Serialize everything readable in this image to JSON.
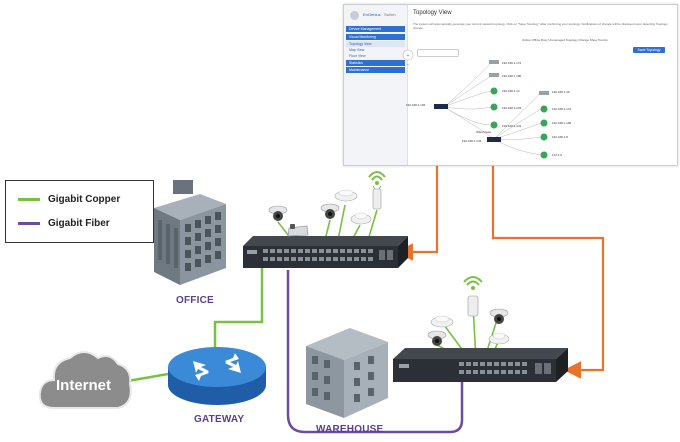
{
  "legend": {
    "items": [
      {
        "label": "Gigabit Copper",
        "color": "#7ac143"
      },
      {
        "label": "Gigabit Fiber",
        "color": "#6a4ca0"
      }
    ]
  },
  "sites": {
    "office": "OFFICE",
    "gateway": "GATEWAY",
    "warehouse": "WAREHOUSE",
    "internet": "Internet"
  },
  "colors": {
    "copper": "#7ac143",
    "fiber": "#6a4ca0",
    "arrow": "#e8732a",
    "switch": "#2b2f36",
    "gateway": "#2e78c8",
    "cloud": "#8c8c8c",
    "building": "#7e8a96"
  },
  "screenshot": {
    "brand": "EnGenius",
    "brand2": "Switch",
    "title": "Topology View",
    "description": "The system will automatically generate your current network topology. Click on \"Save Topology\" after confirming your topology. Notifications of change will be displayed upon detecting Topology change.",
    "legend_text": "Online  Offline  Busy  Unmanaged  Topology Change  Show Tool-tip",
    "save_button": "Save Topology",
    "menu": [
      {
        "label": "Device Management",
        "style": "blue"
      },
      {
        "label": "Visual Monitoring",
        "style": "blue"
      },
      {
        "label": "Topology View",
        "style": "active"
      },
      {
        "label": "Map View",
        "style": "sub"
      },
      {
        "label": "Floor View",
        "style": "sub"
      },
      {
        "label": "Statistics",
        "style": "blue"
      },
      {
        "label": "Maintenance",
        "style": "blue"
      }
    ],
    "nodes": {
      "root": "192.168.1.102",
      "sw2": "192.168.1.143",
      "sw2_name": "Warehouse",
      "aps_left": [
        "192.168.1.172",
        "192.168.1.186",
        "192.168.1.14",
        "192.168.1.233",
        "192.168.1.143"
      ],
      "aps_right": [
        "192.168.1.40",
        "192.168.1.172",
        "192.168.1.196",
        "192.168.1.8",
        "172.1.6"
      ]
    }
  }
}
